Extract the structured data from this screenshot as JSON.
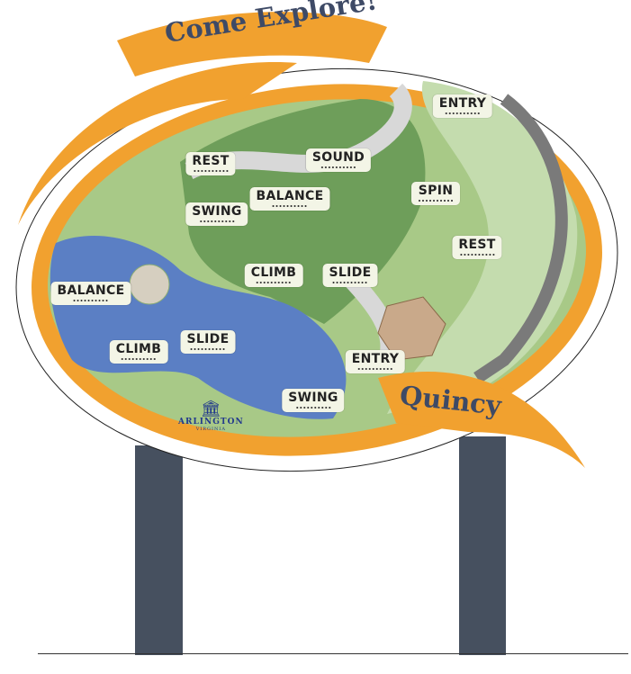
{
  "sign": {
    "title": "Come Explore!",
    "park_name": "Quincy",
    "logo": {
      "name": "ARLINGTON",
      "subtitle": "VIRGINIA"
    },
    "colors": {
      "banner": "#ef9f2b",
      "post": "#46505f",
      "banner_text": "#3e4a66",
      "water": "#5b7fc4",
      "grass": "#7fae5b"
    }
  },
  "map_labels": [
    {
      "label": "ENTRY"
    },
    {
      "label": "REST"
    },
    {
      "label": "SOUND"
    },
    {
      "label": "BALANCE"
    },
    {
      "label": "SPIN"
    },
    {
      "label": "SWING"
    },
    {
      "label": "REST"
    },
    {
      "label": "BALANCE"
    },
    {
      "label": "CLIMB"
    },
    {
      "label": "SLIDE"
    },
    {
      "label": "SLIDE"
    },
    {
      "label": "CLIMB"
    },
    {
      "label": "ENTRY"
    },
    {
      "label": "SWING"
    }
  ]
}
